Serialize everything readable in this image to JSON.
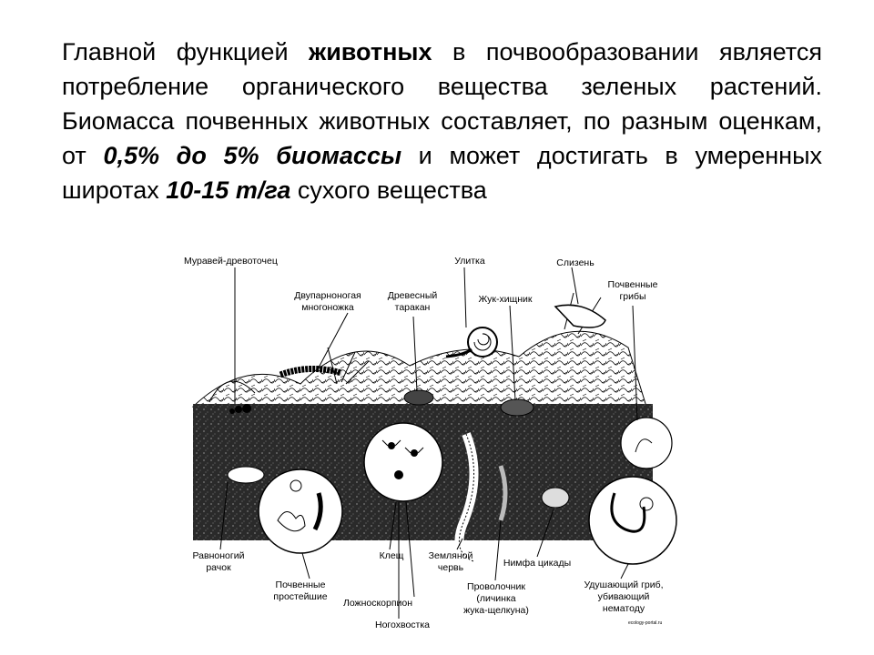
{
  "intro": {
    "p1": "Главной функцией ",
    "b1": "животных",
    "p2": " в почвообразовании является потребление органического вещества зеленых растений. Биомасса почвенных животных составляет, по разным оценкам, от ",
    "b2": "0,5% до 5% биомассы",
    "p3": " и может достигать в умеренных широтах ",
    "b3": "10-15 т/га",
    "p4": " сухого вещества"
  },
  "diagram": {
    "labels": {
      "ant": "Муравей-древоточец",
      "millipede_1": "Двупарноногая",
      "millipede_2": "многоножка",
      "cockroach_1": "Древесный",
      "cockroach_2": "таракан",
      "snail": "Улитка",
      "beetle": "Жук-хищник",
      "slug": "Слизень",
      "fungi_1": "Почвенные",
      "fungi_2": "грибы",
      "isopod_1": "Равноногий",
      "isopod_2": "рачок",
      "protozoa_1": "Почвенные",
      "protozoa_2": "простейшие",
      "mite": "Клещ",
      "pseudoscorpion": "Ложноскорпион",
      "springtail": "Ногохвостка",
      "earthworm_1": "Земляной",
      "earthworm_2": "червь",
      "wireworm_1": "Проволочник",
      "wireworm_2": "(личинка",
      "wireworm_3": "жука-щелкуна)",
      "cicada": "Нимфа цикады",
      "strangler_1": "Удушающий гриб,",
      "strangler_2": "убивающий",
      "strangler_3": "нематоду"
    },
    "watermark": "ecology-portal.ru",
    "colors": {
      "ink": "#000000",
      "soil": "#2a2a2a",
      "paper": "#ffffff"
    }
  }
}
